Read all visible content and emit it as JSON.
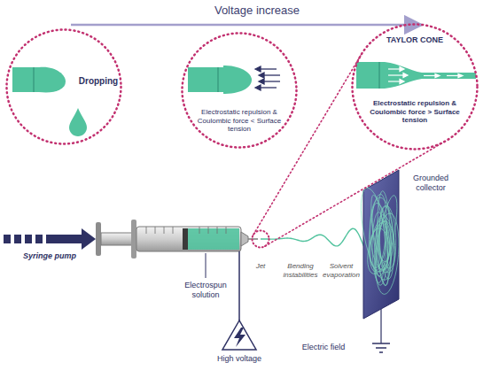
{
  "diagram": {
    "nodes": [
      {
        "text": [
          "Dropping"
        ]
      },
      {
        "text": [
          "Electrostatic repulsion & Coulombic force < Surface tension"
        ]
      },
      {
        "text": [
          "TAYLOR CONE",
          "Electrostatic repulsion & Coulombic force > Surface tension"
        ]
      },
      {
        "text": [
          "Jet"
        ]
      }
    ],
    "edges": [
      {
        "from": 3,
        "to": 2,
        "arrow": "none"
      }
    ],
    "labels": [
      "Voltage increase",
      "Syringe pump",
      "Electrospun solution",
      "Bending instabilities",
      "Solvent evaporation",
      "Grounded collector",
      "High voltage",
      "Electric field"
    ]
  }
}
